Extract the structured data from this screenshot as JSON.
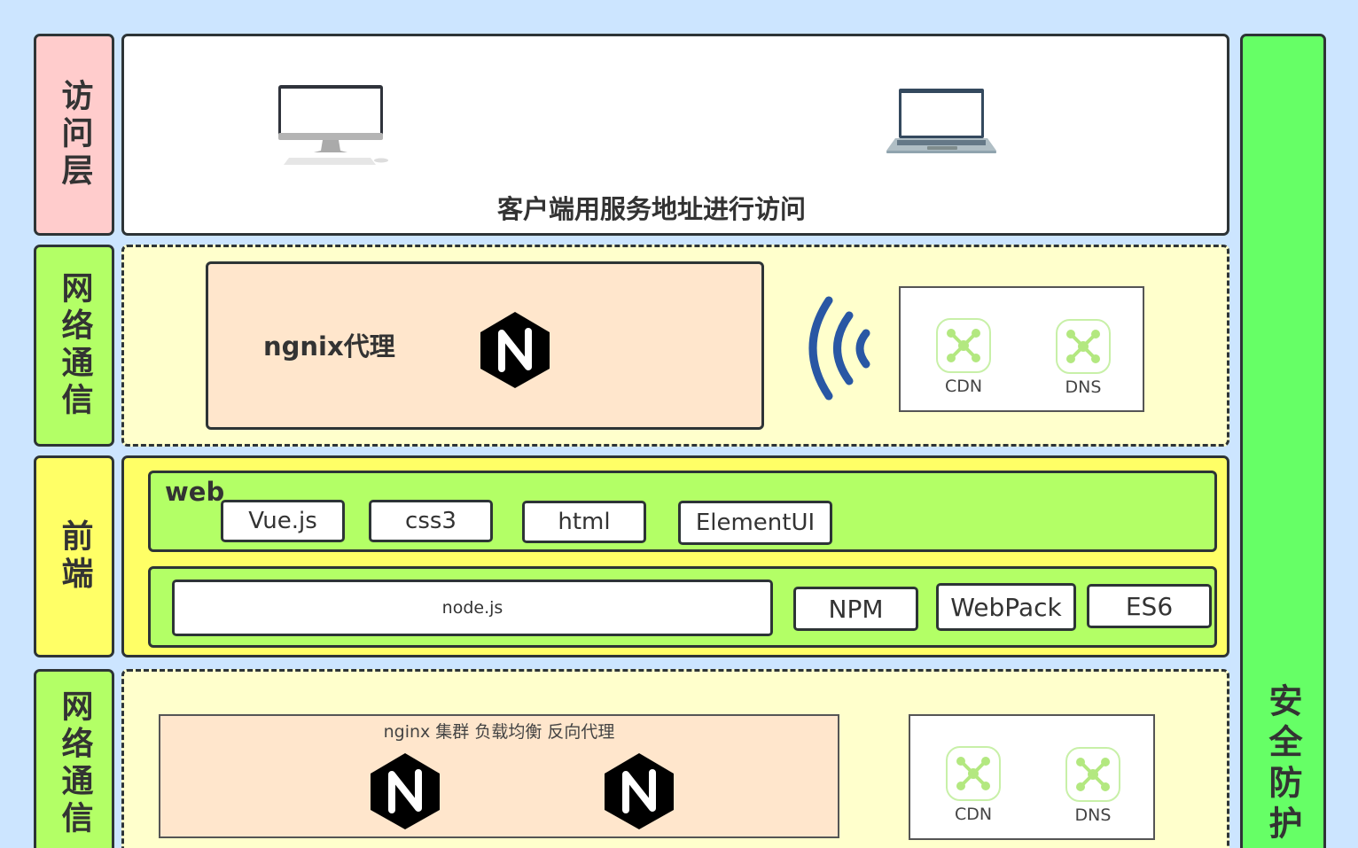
{
  "colors": {
    "background": "#cce5ff",
    "access_label": "#ffcccc",
    "network_label": "#b3ff66",
    "frontend_label": "#ffff66",
    "security_bar": "#66ff66",
    "network_panel": "#ffffcc",
    "frontend_panel": "#ffff66",
    "frontend_group": "#b3ff66",
    "proxy_box": "#ffe6cc",
    "signal_blue": "#2957a4",
    "node_green": "#b3e880"
  },
  "layers": {
    "access": {
      "label": "访问层",
      "caption": "客户端用服务地址进行访问",
      "devices": [
        "desktop-computer",
        "laptop"
      ]
    },
    "network1": {
      "label": "网络通信",
      "proxy": {
        "title": "ngnix代理",
        "icon": "nginx-logo"
      },
      "signal_icon": "wireless-signal",
      "services": [
        {
          "label": "CDN",
          "icon": "network-node"
        },
        {
          "label": "DNS",
          "icon": "network-node"
        }
      ]
    },
    "frontend": {
      "label": "前端",
      "web_group": {
        "title": "web",
        "items": [
          "Vue.js",
          "css3",
          "html",
          "ElementUI"
        ]
      },
      "tool_group": {
        "items": [
          "node.js",
          "NPM",
          "WebPack",
          "ES6"
        ]
      }
    },
    "network2": {
      "label": "网络通信",
      "cluster": {
        "title": "nginx 集群 负载均衡 反向代理",
        "icons": [
          "nginx-logo",
          "nginx-logo"
        ]
      },
      "services": [
        {
          "label": "CDN",
          "icon": "network-node"
        },
        {
          "label": "DNS",
          "icon": "network-node"
        }
      ]
    }
  },
  "security": {
    "label": "安全防护"
  }
}
